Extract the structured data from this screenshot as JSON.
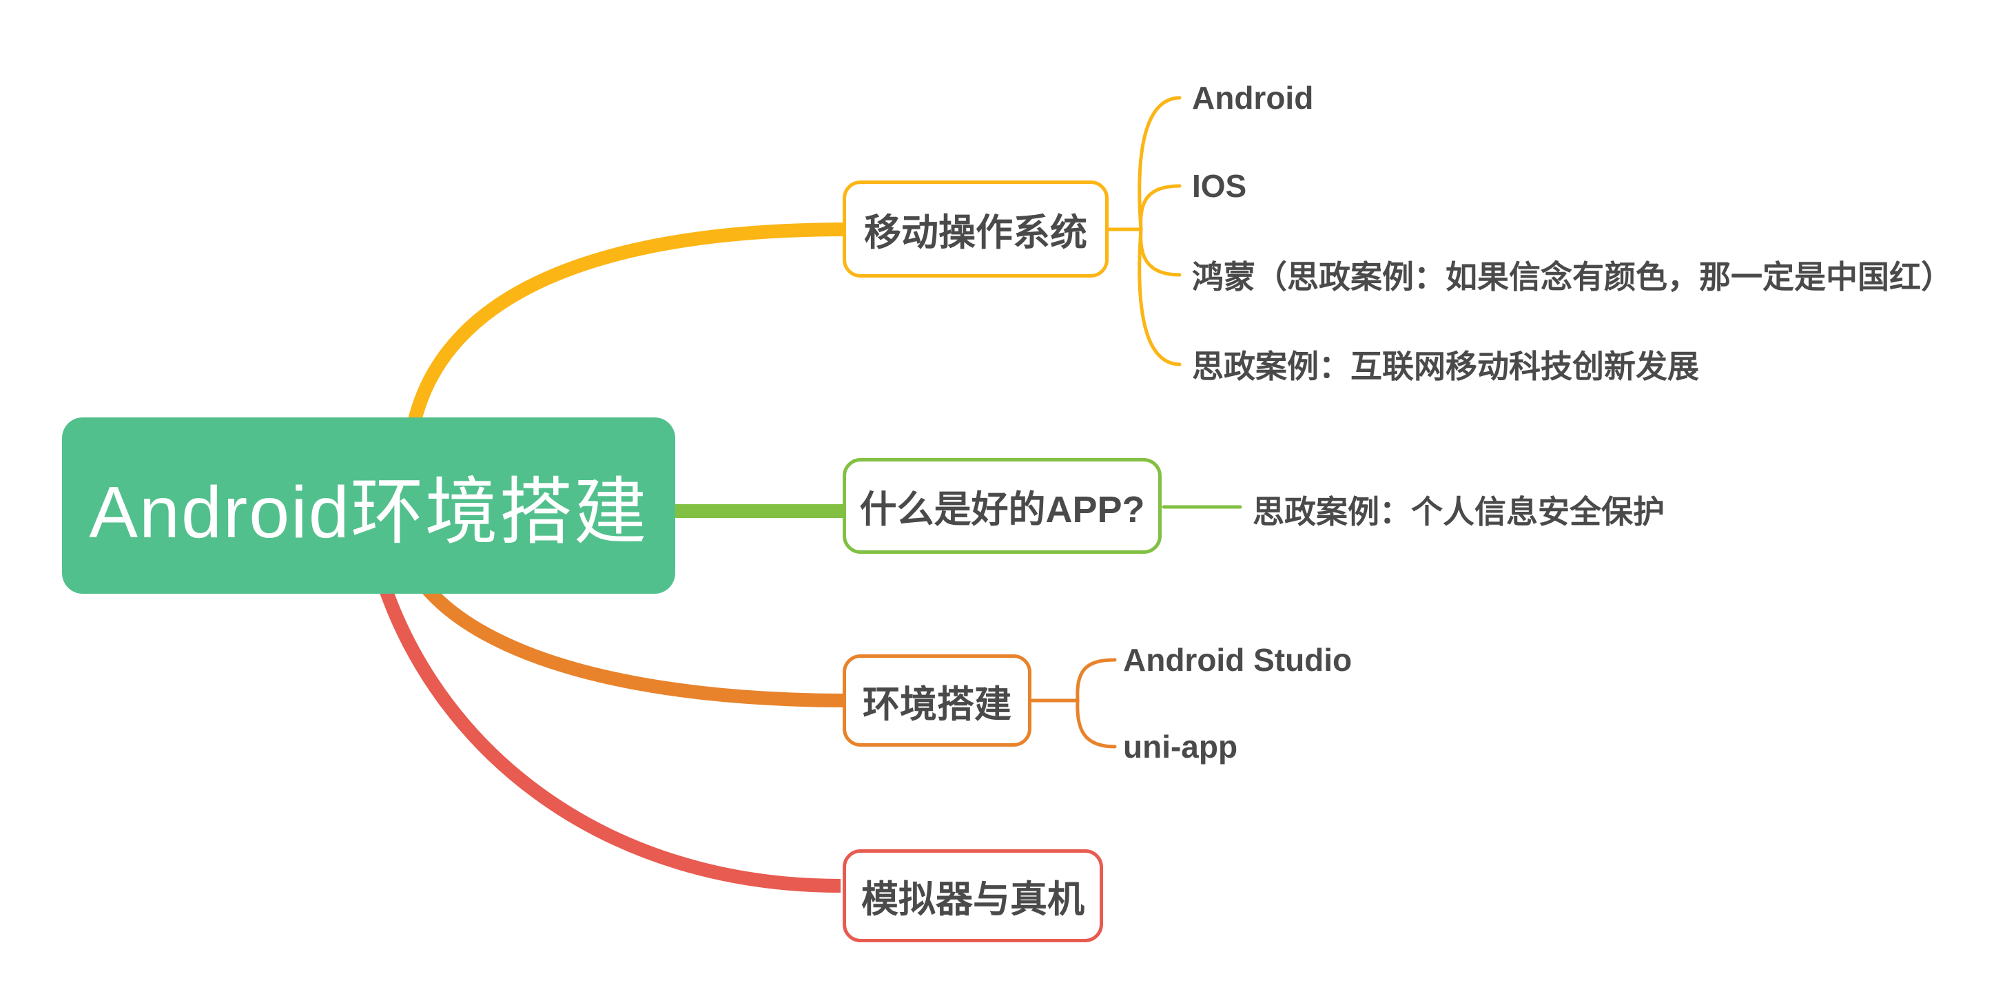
{
  "root": {
    "label": "Android环境搭建",
    "fill": "#52C08D",
    "text_color": "#FFFFFF"
  },
  "branches": [
    {
      "label": "移动操作系统",
      "color": "#FBB515",
      "children": [
        {
          "label": "Android"
        },
        {
          "label": "IOS"
        },
        {
          "label": "鸿蒙（思政案例：如果信念有颜色，那一定是中国红）"
        },
        {
          "label": "思政案例：互联网移动科技创新发展"
        }
      ]
    },
    {
      "label": "什么是好的APP?",
      "color": "#82C043",
      "children": [
        {
          "label": "思政案例：个人信息安全保护"
        }
      ]
    },
    {
      "label": "环境搭建",
      "color": "#E8832B",
      "children": [
        {
          "label": "Android Studio"
        },
        {
          "label": "uni-app"
        }
      ]
    },
    {
      "label": "模拟器与真机",
      "color": "#E85B50",
      "children": []
    }
  ],
  "text_color": "#4A4A4A",
  "background": "#FFFFFF"
}
